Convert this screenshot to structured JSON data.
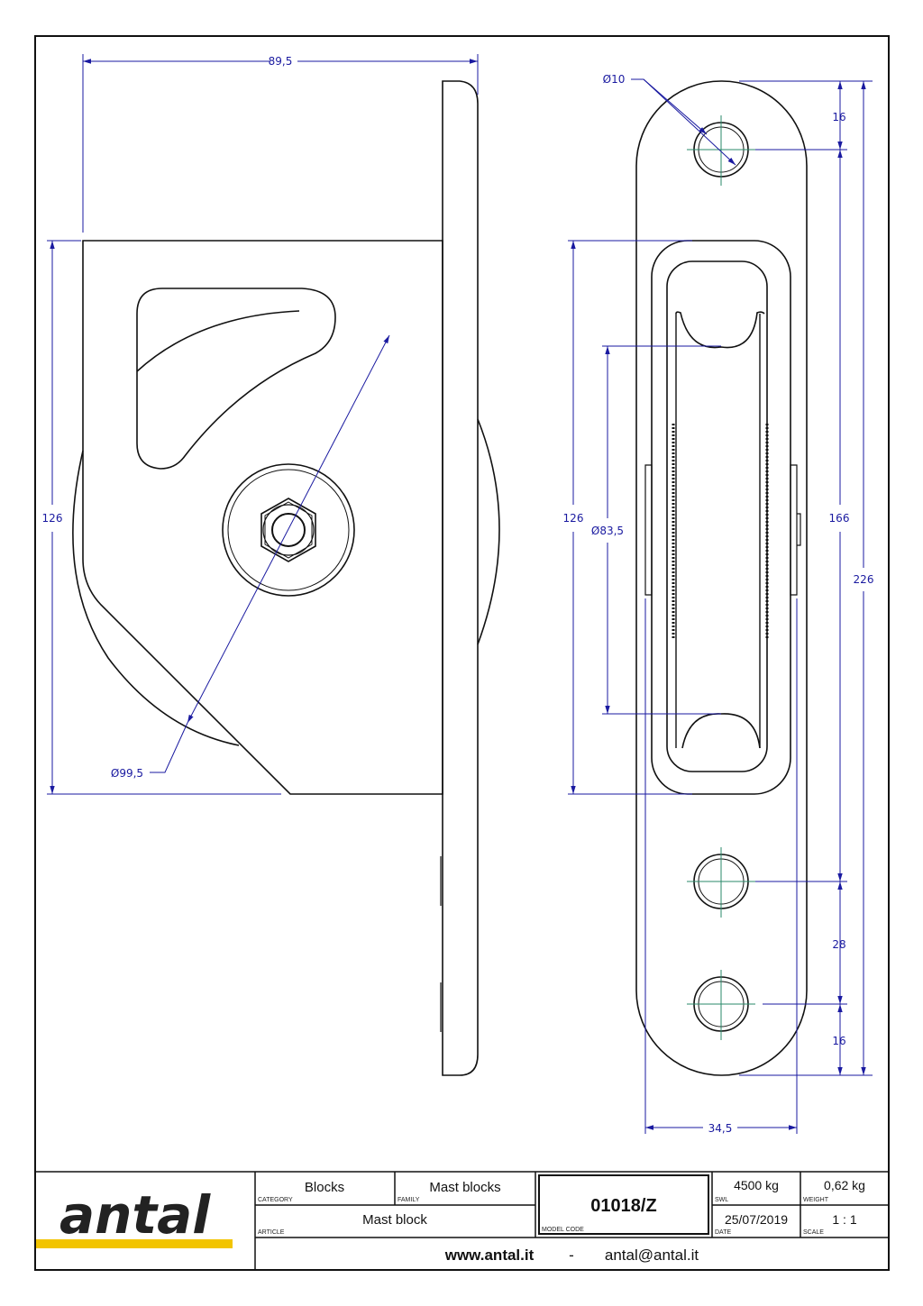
{
  "drawing": {
    "dimensions": {
      "overall_depth": "89,5",
      "height_left": "126",
      "sheave_diameter": "Ø99,5",
      "hole_diameter": "Ø10",
      "top_hole_offset": "16",
      "height_right": "126",
      "inner_diameter": "Ø83,5",
      "hole_spacing_span": "166",
      "overall_length": "226",
      "lower_hole_spacing": "28",
      "bottom_hole_offset": "16",
      "width": "34,5"
    },
    "colors": {
      "outline": "#111111",
      "dimension": "#1a1aa0",
      "centerline": "#2a8a6a",
      "logo_bar": "#f2c400"
    }
  },
  "title_block": {
    "logo_text": "antal",
    "category_label": "CATEGORY",
    "category": "Blocks",
    "family_label": "FAMILY",
    "family": "Mast blocks",
    "article_label": "ARTICLE",
    "article": "Mast block",
    "model_code_label": "MODEL CODE",
    "model_code": "01018/Z",
    "swl_label": "SWL",
    "swl": "4500 kg",
    "weight_label": "WEIGHT",
    "weight": "0,62 kg",
    "date_label": "DATE",
    "date": "25/07/2019",
    "scale_label": "SCALE",
    "scale": "1 : 1",
    "website": "www.antal.it",
    "separator": "-",
    "email": "antal@antal.it"
  }
}
